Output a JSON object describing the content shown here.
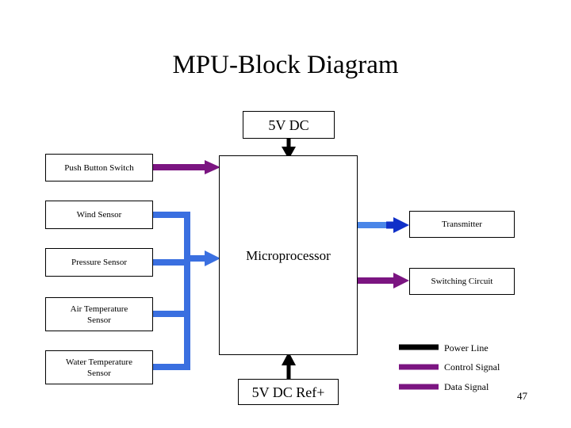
{
  "slide": {
    "title": "MPU-Block Diagram",
    "page_number": "47",
    "background_color": "#ffffff"
  },
  "colors": {
    "power_line": "#000000",
    "control_signal": "#7B1581",
    "data_signal": "#7B1581",
    "bus_blue": "#3A6FE0",
    "arrowhead_blue": "#1030C8",
    "box_border": "#000000",
    "text": "#000000"
  },
  "blocks": {
    "power_top": {
      "label": "5V DC"
    },
    "power_bottom": {
      "label": "5V DC Ref+"
    },
    "processor": {
      "label": "Microprocessor"
    },
    "inputs": [
      {
        "label": "Push Button Switch",
        "signal": "control"
      },
      {
        "label": "Wind Sensor",
        "signal": "data"
      },
      {
        "label": "Pressure Sensor",
        "signal": "data"
      },
      {
        "label": "Air Temperature\nSensor",
        "line1": "Air Temperature",
        "line2": "Sensor",
        "signal": "data"
      },
      {
        "label": "Water Temperature\nSensor",
        "line1": "Water Temperature",
        "line2": "Sensor",
        "signal": "data"
      }
    ],
    "outputs": [
      {
        "label": "Transmitter",
        "signal": "data"
      },
      {
        "label": "Switching Circuit",
        "signal": "control"
      }
    ]
  },
  "legend": {
    "items": [
      {
        "label": "Power Line",
        "color": "#000000"
      },
      {
        "label": "Control Signal",
        "color": "#7B1581"
      },
      {
        "label": "Data Signal",
        "color": "#7B1581"
      }
    ]
  }
}
